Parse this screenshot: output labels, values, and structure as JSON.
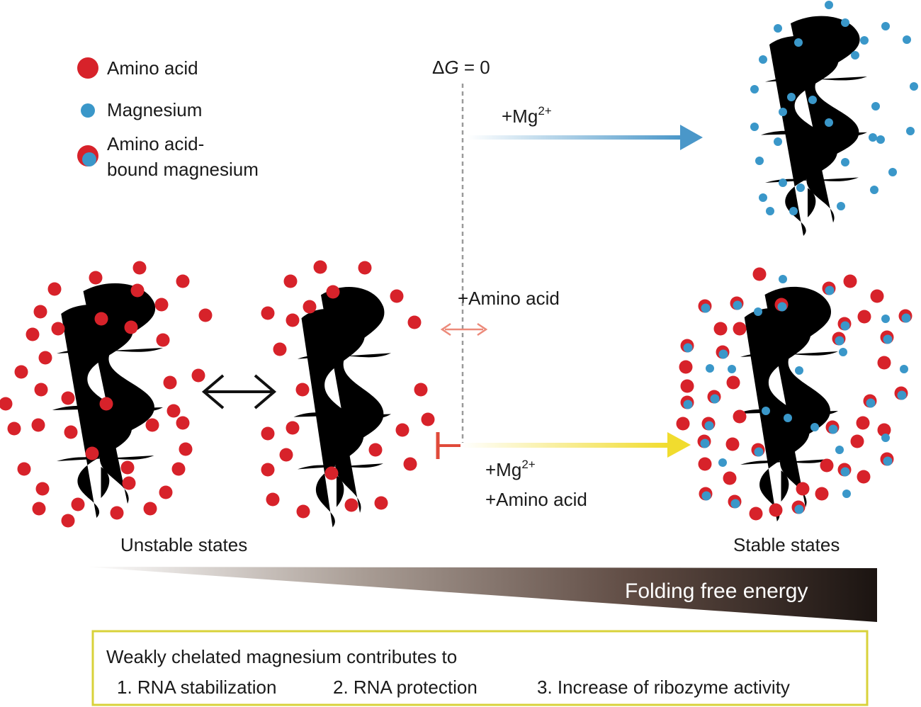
{
  "legend": {
    "amino_acid": "Amino acid",
    "magnesium": "Magnesium",
    "bound_line1": "Amino acid-",
    "bound_line2": "bound magnesium"
  },
  "colors": {
    "amino_acid": "#d7222a",
    "magnesium": "#3a97c9",
    "mg_arrow": "#4a97c9",
    "combo_arrow": "#f1dc2e",
    "inhibition": "#e04a3a",
    "rna": "#78aeb8",
    "box_border": "#d8d23a"
  },
  "delta_g": {
    "delta": "Δ",
    "g": "G",
    "rest": " = 0"
  },
  "top_arrow": {
    "label": "+Mg",
    "sup": "2+"
  },
  "middle": {
    "label": "+Amino acid"
  },
  "bottom_arrow": {
    "line1": "+Mg",
    "sup": "2+",
    "line2": "+Amino acid"
  },
  "states": {
    "unstable": "Unstable states",
    "stable": "Stable states"
  },
  "energy": {
    "label": "Folding free energy"
  },
  "summary": {
    "intro": "Weakly chelated magnesium contributes to",
    "items": [
      "1. RNA stabilization",
      "2. RNA protection",
      "3. Increase of ribozyme activity"
    ]
  }
}
